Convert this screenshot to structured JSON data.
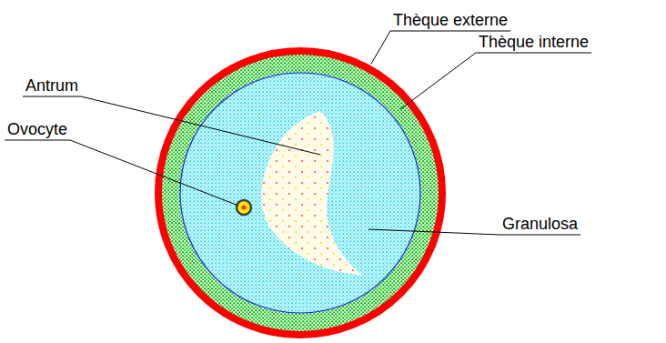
{
  "diagram": {
    "labels": [
      "Thèque externe",
      "Thèque interne",
      "Antrum",
      "Ovocyte",
      "Granulosa"
    ]
  }
}
